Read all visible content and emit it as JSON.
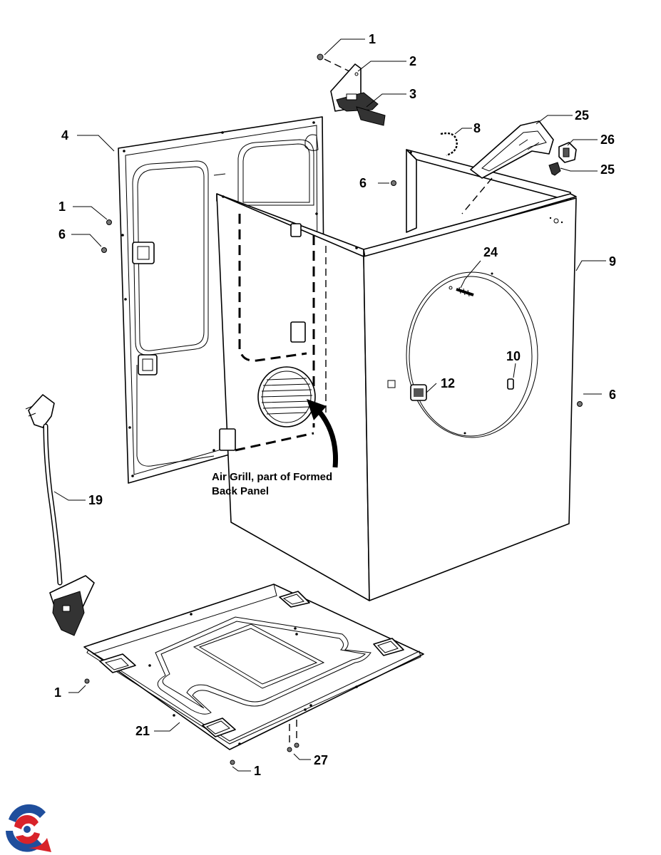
{
  "callouts": {
    "c1_top": "1",
    "c2": "2",
    "c3": "3",
    "c25_top": "25",
    "c8": "8",
    "c4": "4",
    "c26": "26",
    "c25_bottom": "25",
    "c6_center": "6",
    "c1_left": "1",
    "c6_left": "6",
    "c24": "24",
    "c9": "9",
    "c10": "10",
    "c12": "12",
    "c6_right": "6",
    "c19": "19",
    "c1_base_left": "1",
    "c21": "21",
    "c27": "27",
    "c1_base_bottom": "1"
  },
  "annotation": {
    "line1": "Air Grill, part  of Formed",
    "line2": "Back Panel"
  },
  "colors": {
    "line": "#000000",
    "logo_blue": "#1f4e9c",
    "logo_red": "#d8232a"
  }
}
